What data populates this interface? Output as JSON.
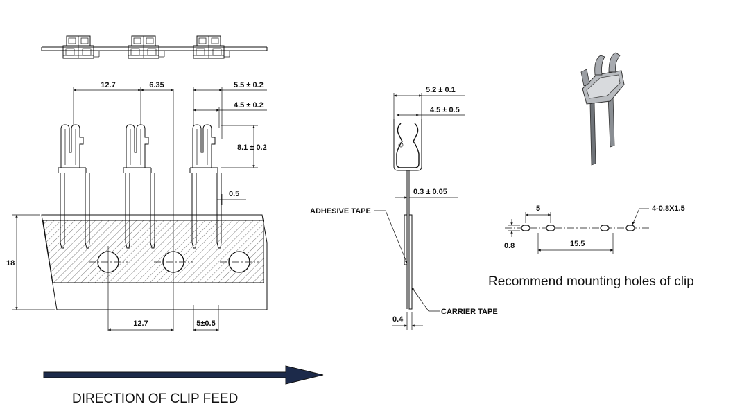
{
  "tape_view": {
    "dims": {
      "pitch_top": "12.7",
      "offset": "6.35",
      "width_outer": "5.5 ± 0.2",
      "width_inner": "4.5 ± 0.2",
      "clip_height": "8.1 ± 0.2",
      "leg_width": "0.5",
      "tape_height": "18",
      "pitch_bottom": "12.7",
      "hole_offset": "5±0.5"
    }
  },
  "side_view": {
    "dims": {
      "outer": "5.2 ± 0.1",
      "inner": "4.5 ± 0.5",
      "thickness": "0.3 ± 0.05",
      "tape_thickness": "0.4"
    },
    "labels": {
      "adhesive": "ADHESIVE TAPE",
      "carrier": "CARRIER TAPE"
    }
  },
  "holes_view": {
    "dims": {
      "spacing": "5",
      "total": "15.5",
      "hole_height": "0.8",
      "hole_spec": "4-0.8X1.5"
    },
    "caption": "Recommend mounting holes of clip"
  },
  "feed": {
    "label": "DIRECTION OF CLIP FEED",
    "arrow_color": "#1c2a4a"
  }
}
